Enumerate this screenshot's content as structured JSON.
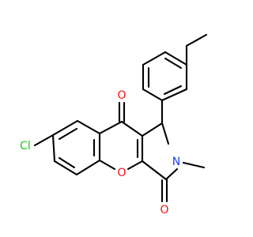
{
  "molecule": {
    "atoms": [
      {
        "id": "cl",
        "label": "Cl",
        "color": "#22c322"
      },
      {
        "id": "o_keto_top",
        "label": "O",
        "color": "#ff0d0d"
      },
      {
        "id": "o_ring",
        "label": "O",
        "color": "#ff0d0d"
      },
      {
        "id": "o_amide",
        "label": "O",
        "color": "#ff0d0d"
      },
      {
        "id": "n",
        "label": "N",
        "color": "#1e3cff"
      }
    ]
  }
}
